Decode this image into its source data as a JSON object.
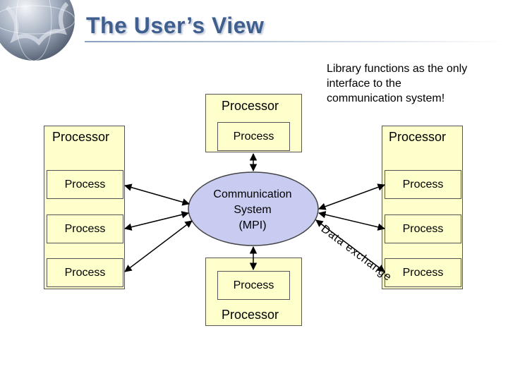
{
  "title": "The User’s View",
  "note": "Library functions as the only interface to the communication system!",
  "processor_label": "Processor",
  "process_label": "Process",
  "comm": {
    "line1": "Communication",
    "line2": "System",
    "line3": "(MPI)"
  },
  "data_exchange_label": "Data exchange",
  "colors": {
    "box_fill": "#ffffcc",
    "ellipse_fill": "#c8ccf0",
    "title": "#3f5f8f"
  }
}
